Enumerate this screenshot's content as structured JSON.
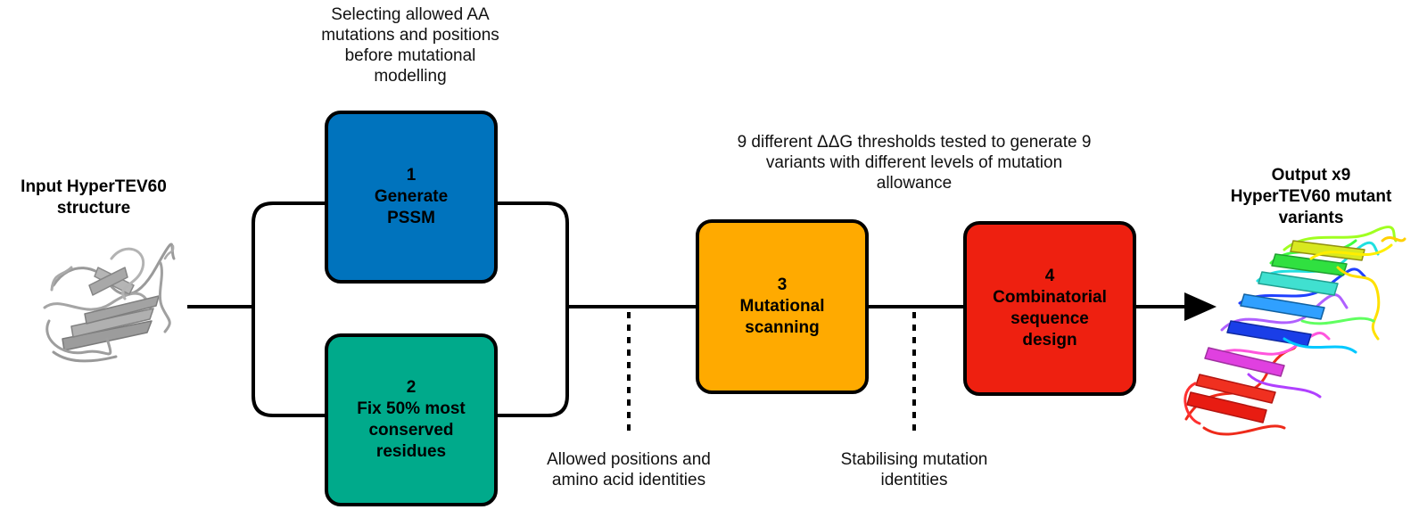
{
  "input_label": {
    "line1": "Input HyperTEV60",
    "line2": "structure"
  },
  "output_label": {
    "line1": "Output x9",
    "line2": "HyperTEV60 mutant",
    "line3": "variants"
  },
  "top_note": {
    "line1": "Selecting allowed AA",
    "line2": "mutations and positions",
    "line3": "before mutational",
    "line4": "modelling"
  },
  "threshold_note": {
    "line1": "9 different ΔΔG thresholds tested to generate 9",
    "line2": "variants with different levels of mutation",
    "line3": "allowance"
  },
  "allowed_note": {
    "line1": "Allowed positions and",
    "line2": "amino acid identities"
  },
  "stabilising_note": {
    "line1": "Stabilising mutation",
    "line2": "identities"
  },
  "steps": [
    {
      "number": "1",
      "line1": "Generate",
      "line2": "PSSM",
      "line3": "",
      "color": "#0073BD"
    },
    {
      "number": "2",
      "line1": "Fix 50% most",
      "line2": "conserved",
      "line3": "residues",
      "color": "#00AA8B"
    },
    {
      "number": "3",
      "line1": "Mutational",
      "line2": "scanning",
      "line3": "",
      "color": "#FFAA00"
    },
    {
      "number": "4",
      "line1": "Combinatorial",
      "line2": "sequence",
      "line3": "design",
      "color": "#EE2010"
    }
  ]
}
